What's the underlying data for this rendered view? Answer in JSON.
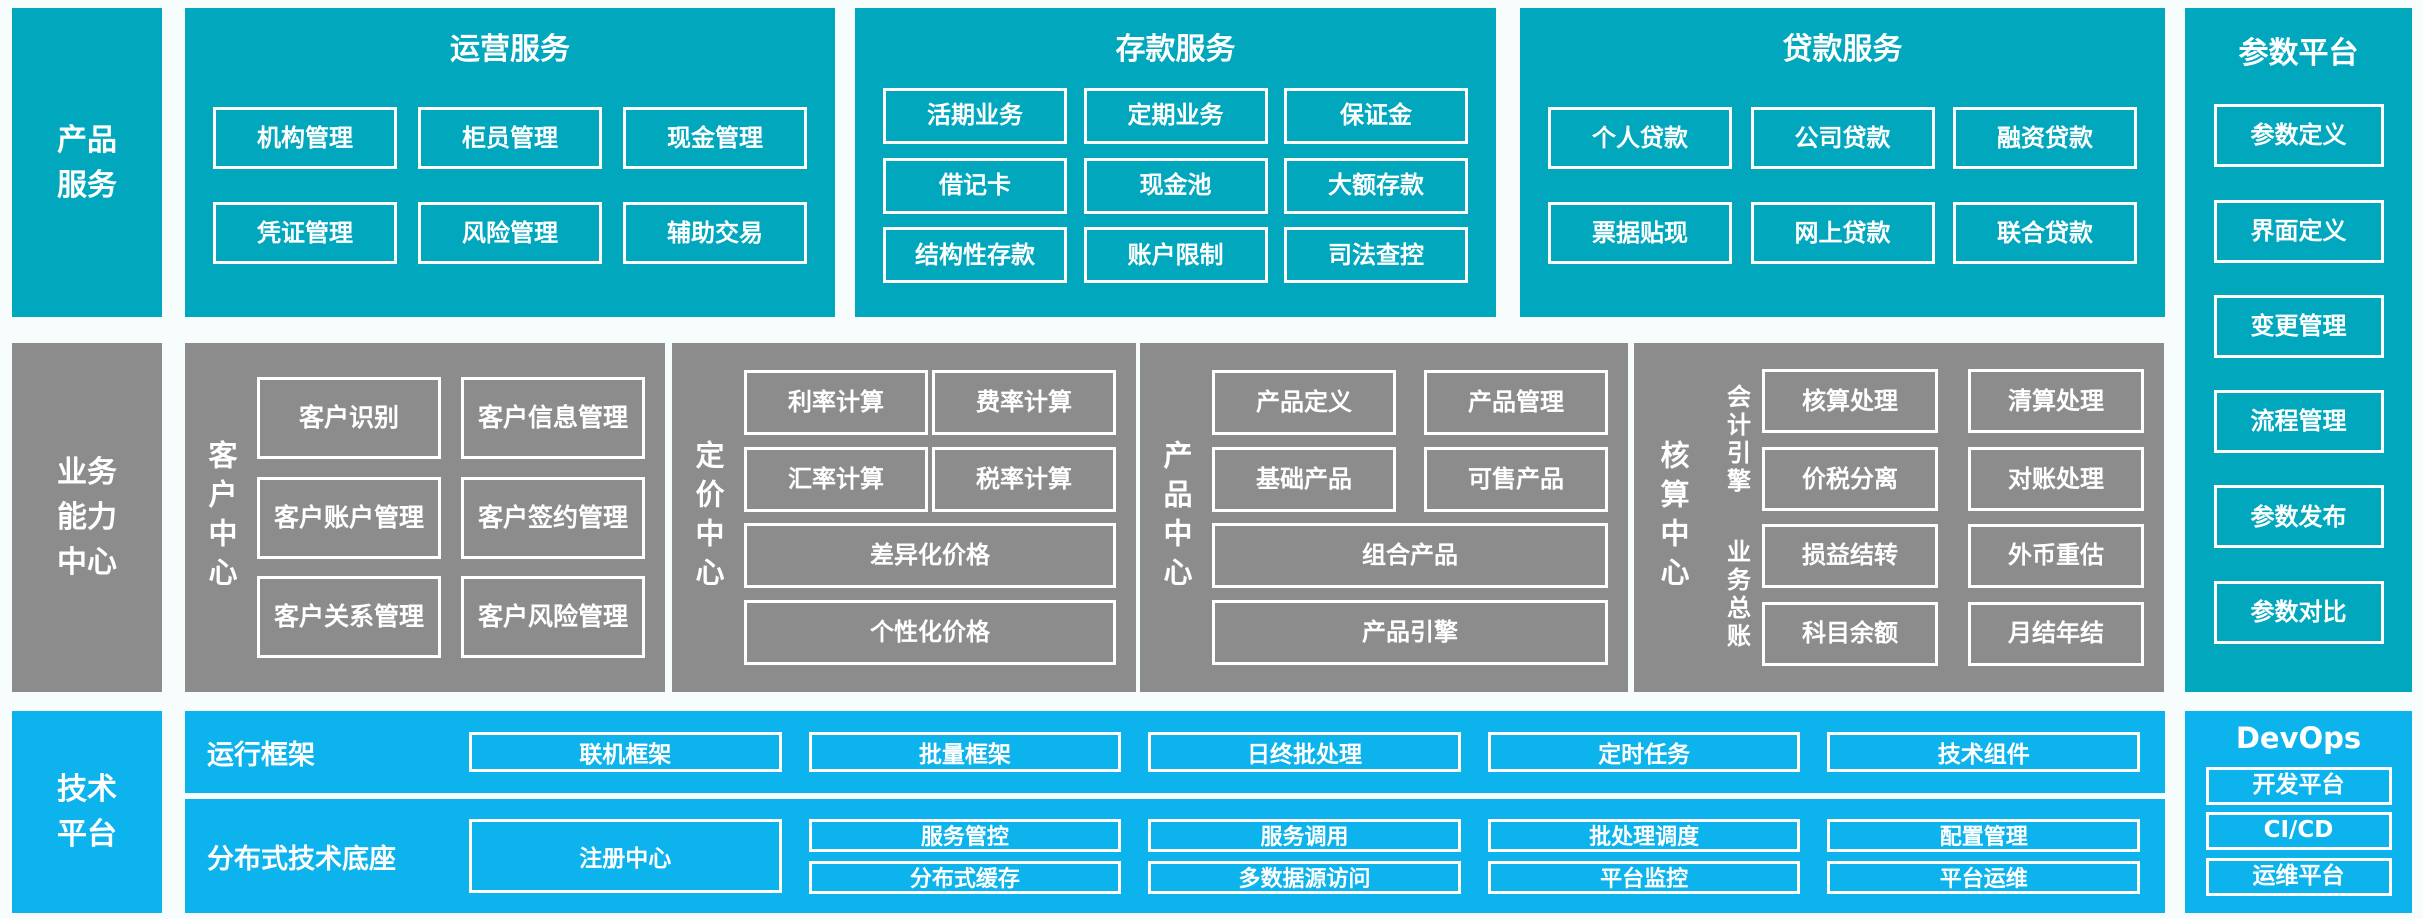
{
  "palette": {
    "teal": "#00a7bd",
    "gray": "#8c8c8c",
    "blue": "#0cb3ec",
    "background": "#f7fdfd",
    "text": "#ffffff"
  },
  "left_labels": [
    {
      "id": "product-services",
      "text": "产品\n服务"
    },
    {
      "id": "business-capability-center",
      "text": "业务\n能力\n中心"
    },
    {
      "id": "technology-platform",
      "text": "技术\n平台"
    }
  ],
  "top_sections": [
    {
      "title": "运营服务",
      "rows": [
        [
          "机构管理",
          "柜员管理",
          "现金管理"
        ],
        [
          "凭证管理",
          "风险管理",
          "辅助交易"
        ]
      ]
    },
    {
      "title": "存款服务",
      "rows": [
        [
          "活期业务",
          "定期业务",
          "保证金"
        ],
        [
          "借记卡",
          "现金池",
          "大额存款"
        ],
        [
          "结构性存款",
          "账户限制",
          "司法查控"
        ]
      ]
    },
    {
      "title": "贷款服务",
      "rows": [
        [
          "个人贷款",
          "公司贷款",
          "融资贷款"
        ],
        [
          "票据贴现",
          "网上贷款",
          "联合贷款"
        ]
      ]
    }
  ],
  "param_platform": {
    "title": "参数平台",
    "items": [
      "参数定义",
      "界面定义",
      "变更管理",
      "流程管理",
      "参数发布",
      "参数对比"
    ]
  },
  "capability_centers": [
    {
      "label": "客户中心",
      "grid": [
        [
          "客户识别",
          "客户信息管理"
        ],
        [
          "客户账户管理",
          "客户签约管理"
        ],
        [
          "客户关系管理",
          "客户风险管理"
        ]
      ]
    },
    {
      "label": "定价中心",
      "grid": [
        [
          "利率计算",
          "费率计算"
        ],
        [
          "汇率计算",
          "税率计算"
        ]
      ],
      "wide": [
        "差异化价格",
        "个性化价格"
      ]
    },
    {
      "label": "产品中心",
      "grid": [
        [
          "产品定义",
          "产品管理"
        ],
        [
          "基础产品",
          "可售产品"
        ]
      ],
      "wide": [
        "组合产品",
        "产品引擎"
      ]
    },
    {
      "label": "核算中心",
      "groups": [
        {
          "label": "会计引擎",
          "grid": [
            [
              "核算处理",
              "清算处理"
            ],
            [
              "价税分离",
              "对账处理"
            ]
          ]
        },
        {
          "label": "业务总账",
          "grid": [
            [
              "损益结转",
              "外币重估"
            ],
            [
              "科目余额",
              "月结年结"
            ]
          ]
        }
      ]
    }
  ],
  "tech_platform": {
    "runtime": {
      "label": "运行框架",
      "items": [
        "联机框架",
        "批量框架",
        "日终批处理",
        "定时任务",
        "技术组件"
      ]
    },
    "distributed": {
      "label": "分布式技术底座",
      "registry": "注册中心",
      "columns": [
        [
          "服务管控",
          "分布式缓存"
        ],
        [
          "服务调用",
          "多数据源访问"
        ],
        [
          "批处理调度",
          "平台监控"
        ],
        [
          "配置管理",
          "平台运维"
        ]
      ]
    }
  },
  "devops": {
    "title": "DevOps",
    "items": [
      "开发平台",
      "CI/CD",
      "运维平台"
    ]
  }
}
